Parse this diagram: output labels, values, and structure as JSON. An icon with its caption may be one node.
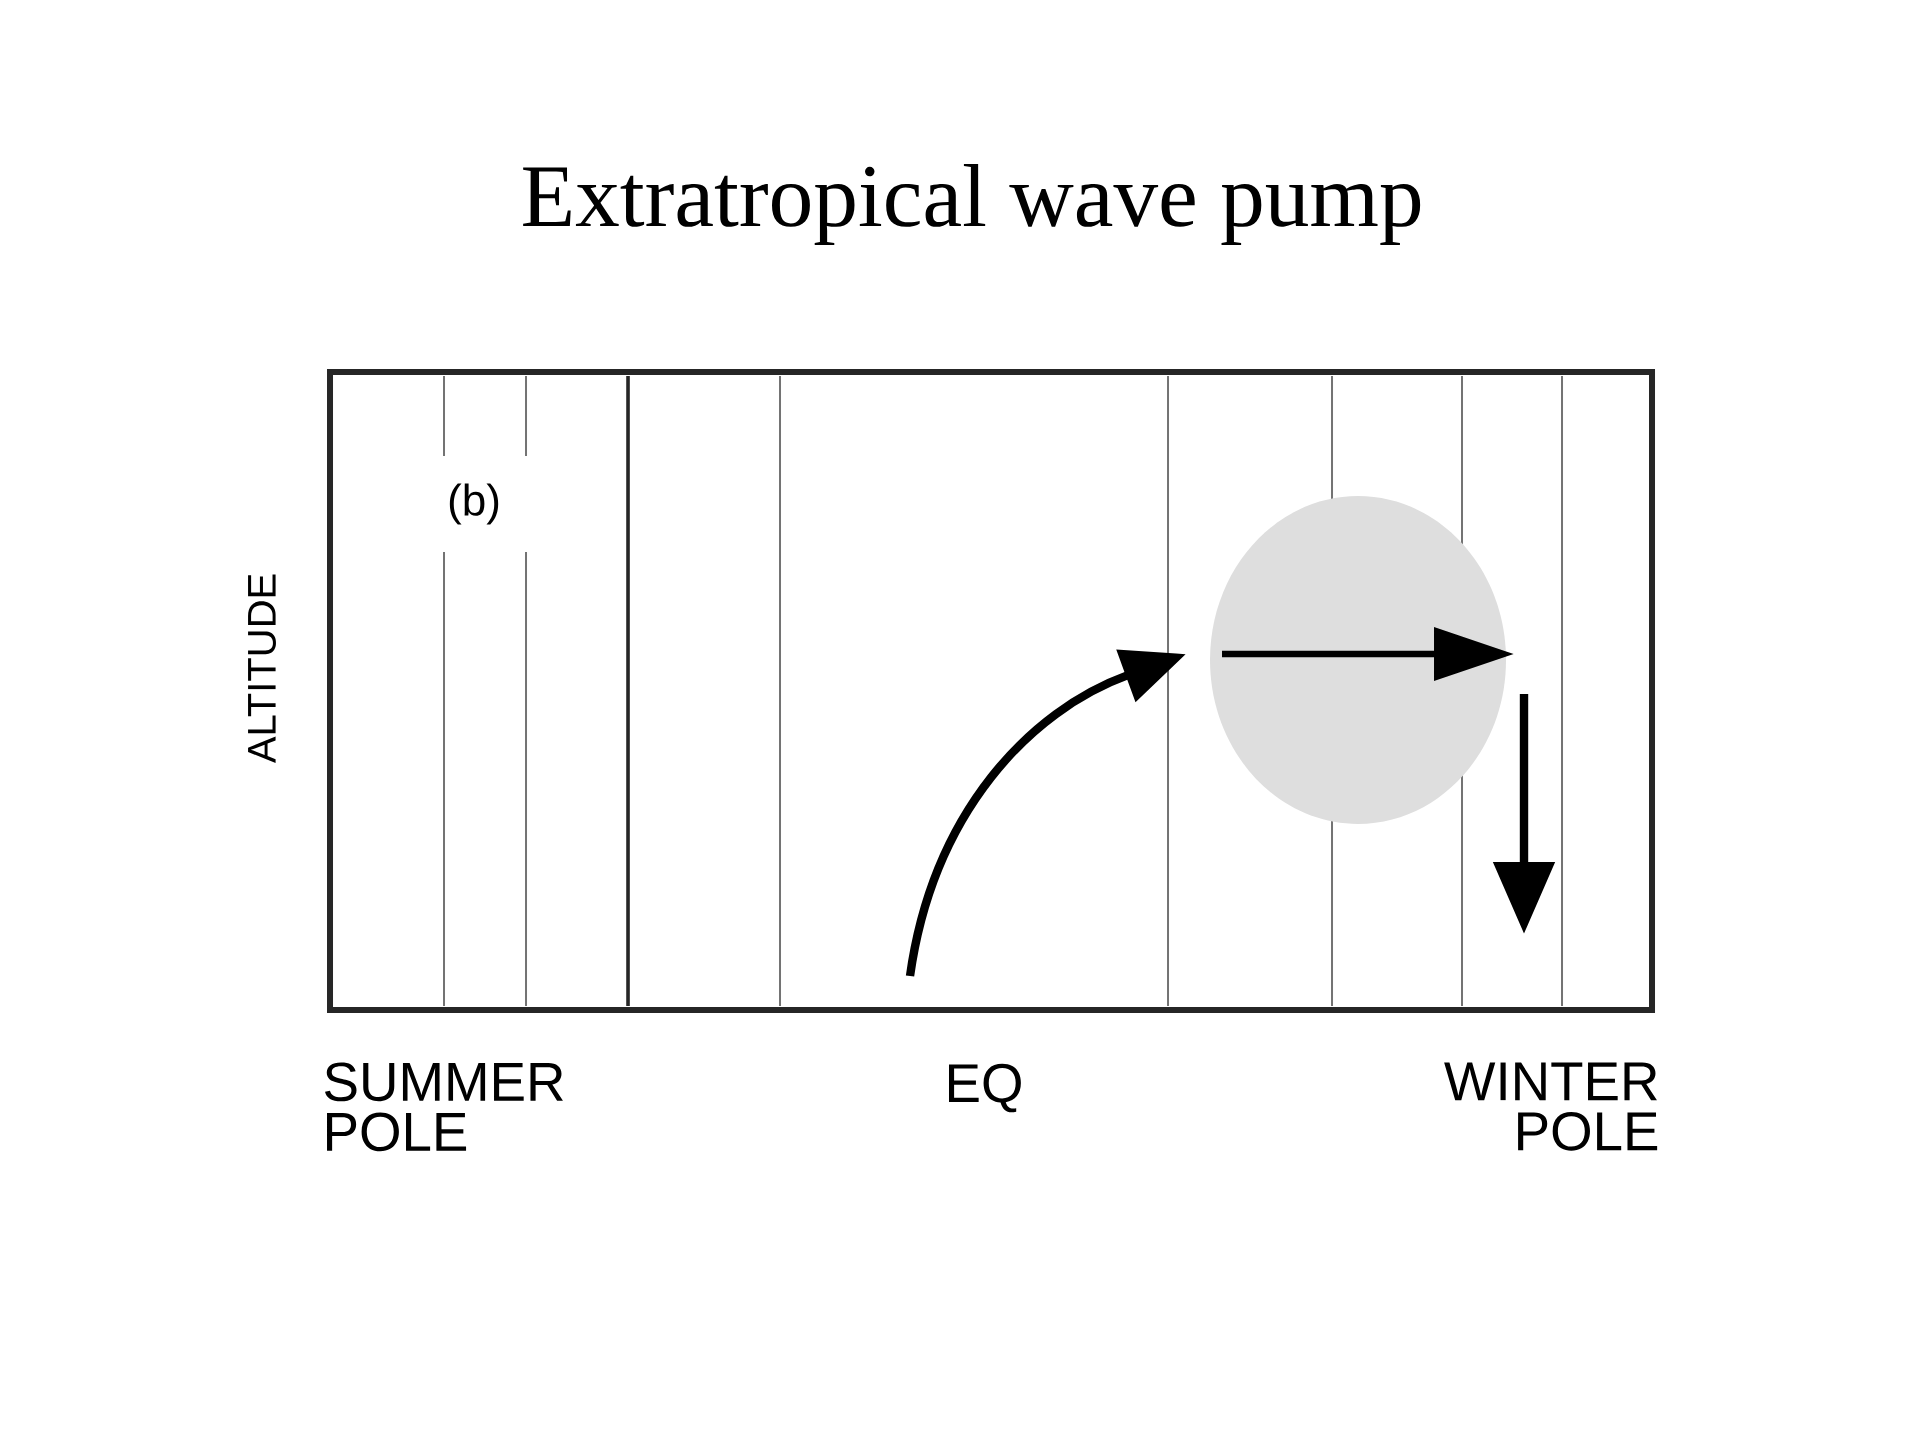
{
  "diagram": {
    "title": "Extratropical wave pump",
    "nodes": [
      {
        "text": [],
        "shape": "circle"
      }
    ],
    "labels": [
      "(b)",
      "ALTITUDE",
      "SUMMER POLE",
      "EQ",
      "WINTER POLE"
    ]
  }
}
